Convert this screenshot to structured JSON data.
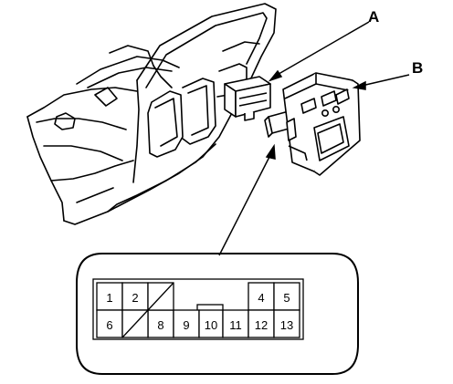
{
  "callouts": {
    "a": "A",
    "b": "B"
  },
  "pins": {
    "p1": "1",
    "p2": "2",
    "p4": "4",
    "p5": "5",
    "p6": "6",
    "p8": "8",
    "p9": "9",
    "p10": "10",
    "p11": "11",
    "p12": "12",
    "p13": "13"
  },
  "colors": {
    "ink": "#000000",
    "paper": "#ffffff"
  }
}
